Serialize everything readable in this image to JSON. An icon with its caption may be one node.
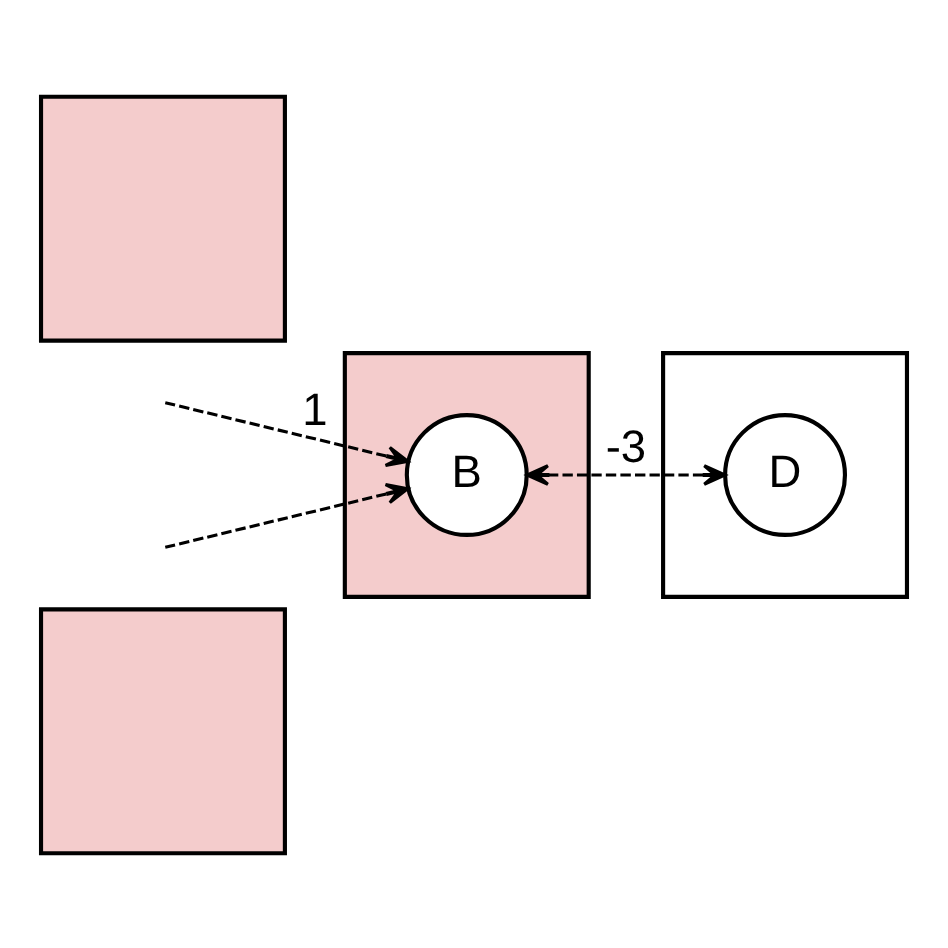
{
  "diagram": {
    "nodes": [
      {
        "text": [],
        "shape": "box"
      },
      {
        "text": [],
        "shape": "box"
      },
      {
        "text": [
          "D"
        ],
        "in": 1
      },
      {
        "text": [],
        "shape": "box"
      },
      {
        "text": [
          "B"
        ],
        "in": 3
      },
      {
        "text": [],
        "shape": "box"
      }
    ],
    "edges": [
      {
        "from": 4,
        "to": 2,
        "arrow": "both",
        "label": "-3",
        "style": "dashed"
      },
      {
        "from": null,
        "to": 4,
        "arrow": "to",
        "label": "1",
        "style": "dashed"
      },
      {
        "from": null,
        "to": 4,
        "arrow": "to",
        "style": "dashed"
      }
    ]
  }
}
